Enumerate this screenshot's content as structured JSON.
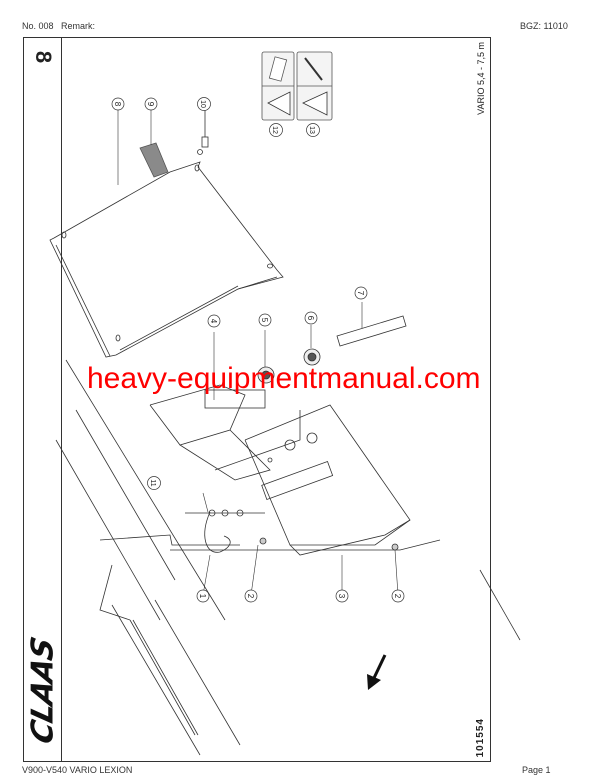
{
  "header": {
    "left": "No. 008   Remark:",
    "right": "BGZ: 11010"
  },
  "footer": {
    "left": "V900-V540 VARIO LEXION",
    "right": "Page 1"
  },
  "frame": {
    "section_number": "8",
    "model_range": "VARIO 5,4 - 7,5 m",
    "drawing_number": "101554",
    "brand_logo": "CLAAS"
  },
  "callouts": [
    {
      "id": "1",
      "label": "1"
    },
    {
      "id": "2a",
      "label": "2"
    },
    {
      "id": "3",
      "label": "3"
    },
    {
      "id": "2b",
      "label": "2"
    },
    {
      "id": "4",
      "label": "4"
    },
    {
      "id": "5",
      "label": "5"
    },
    {
      "id": "6",
      "label": "6"
    },
    {
      "id": "7",
      "label": "7"
    },
    {
      "id": "8",
      "label": "8"
    },
    {
      "id": "9",
      "label": "9"
    },
    {
      "id": "10",
      "label": "10"
    },
    {
      "id": "11",
      "label": "11"
    },
    {
      "id": "12",
      "label": "12"
    },
    {
      "id": "13",
      "label": "13"
    }
  ],
  "watermark": "heavy-equipmentmanual.com",
  "colors": {
    "watermark": "#ff0000",
    "line": "#333333",
    "gasket": "#8a8a8a"
  }
}
